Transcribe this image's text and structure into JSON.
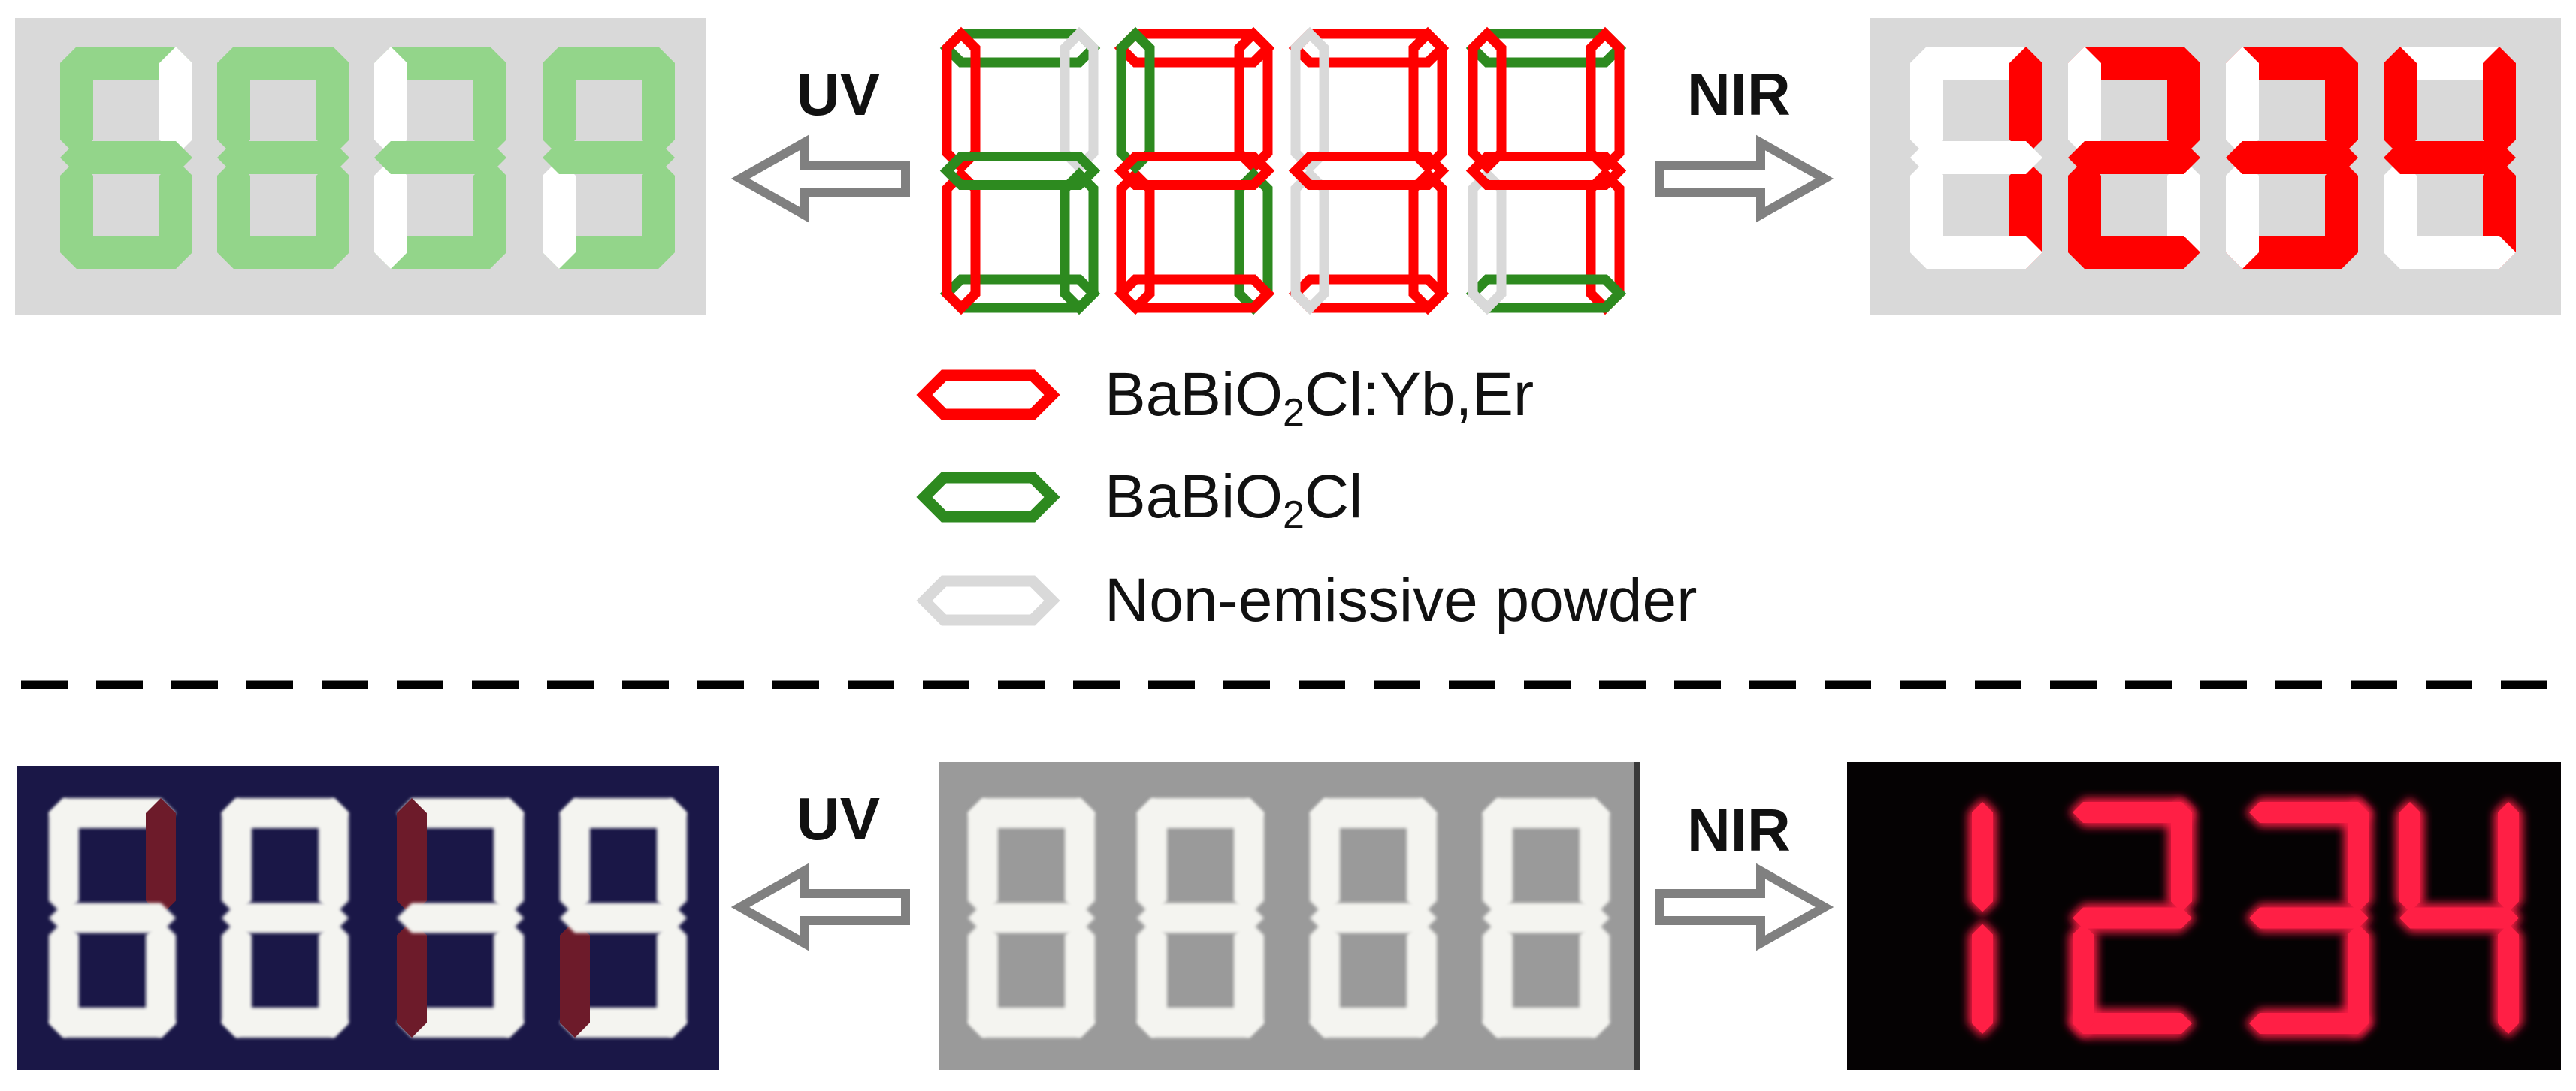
{
  "labels": {
    "uv": "UV",
    "nir": "NIR"
  },
  "legend": [
    {
      "text": "BaBiO",
      "sub": "2",
      "tail": "Cl:Yb,Er",
      "color": "#ff0000"
    },
    {
      "text": "BaBiO",
      "sub": "2",
      "tail": "Cl",
      "color": "#2d8a1f"
    },
    {
      "text": "Non-emissive powder",
      "sub": "",
      "tail": "",
      "color": "#d9d9d9"
    }
  ],
  "colors": {
    "red": "#ff0000",
    "green": "#2d8a1f",
    "light_green": "#93d58a",
    "gray_segment": "#d9d9d9",
    "panel_gray": "#d9d9d9",
    "arrow": "#808080",
    "uv_photo_bg": "#1a1747",
    "nir_photo_bg": "#050203",
    "white_photo_bg": "#9a9a9a",
    "photo_segment": "#f4f4f0",
    "photo_red": "#ff1f45",
    "photo_dark_red": "#6d1b2a"
  },
  "segment_order": [
    "a",
    "b",
    "c",
    "d",
    "e",
    "f",
    "g"
  ],
  "design_digits": [
    {
      "a": "green",
      "b": "gray",
      "c": "green",
      "d": "green",
      "e": "red",
      "f": "red",
      "g": "green"
    },
    {
      "a": "red",
      "b": "red",
      "c": "green",
      "d": "red",
      "e": "red",
      "f": "green",
      "g": "red"
    },
    {
      "a": "red",
      "b": "red",
      "c": "red",
      "d": "red",
      "e": "gray",
      "f": "gray",
      "g": "red"
    },
    {
      "a": "green",
      "b": "red",
      "c": "red",
      "d": "green",
      "e": "gray",
      "f": "red",
      "g": "red"
    }
  ],
  "uv_result": [
    "6",
    "8",
    "3",
    "9"
  ],
  "nir_result": [
    "1",
    "2",
    "3",
    "4"
  ],
  "photo_middle": [
    "8",
    "8",
    "8",
    "8"
  ]
}
